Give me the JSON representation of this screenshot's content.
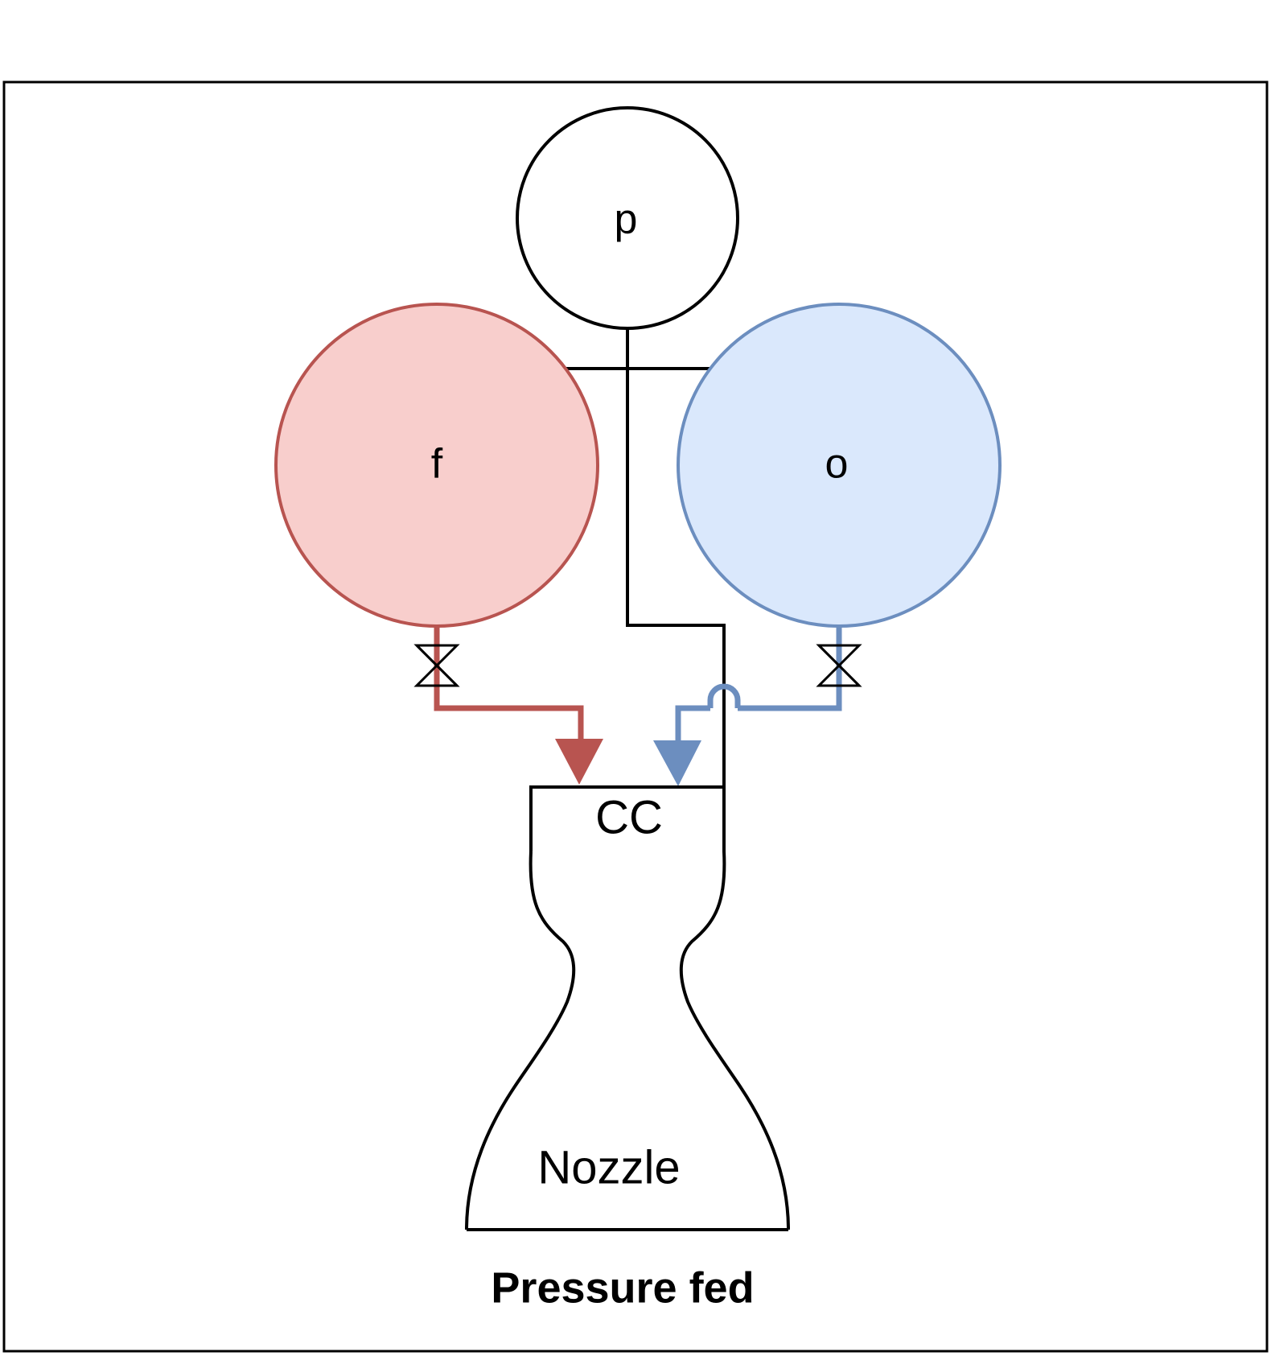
{
  "diagram": {
    "caption": "Pressure fed",
    "tanks": {
      "pressurant": {
        "label": "p"
      },
      "fuel": {
        "label": "f",
        "fill": "#f8cecc",
        "stroke": "#b85450"
      },
      "oxidizer": {
        "label": "o",
        "fill": "#dae8fc",
        "stroke": "#6c8ebf"
      }
    },
    "combustion_chamber": {
      "label": "CC"
    },
    "nozzle": {
      "label": "Nozzle"
    },
    "line_color": "#000000"
  }
}
